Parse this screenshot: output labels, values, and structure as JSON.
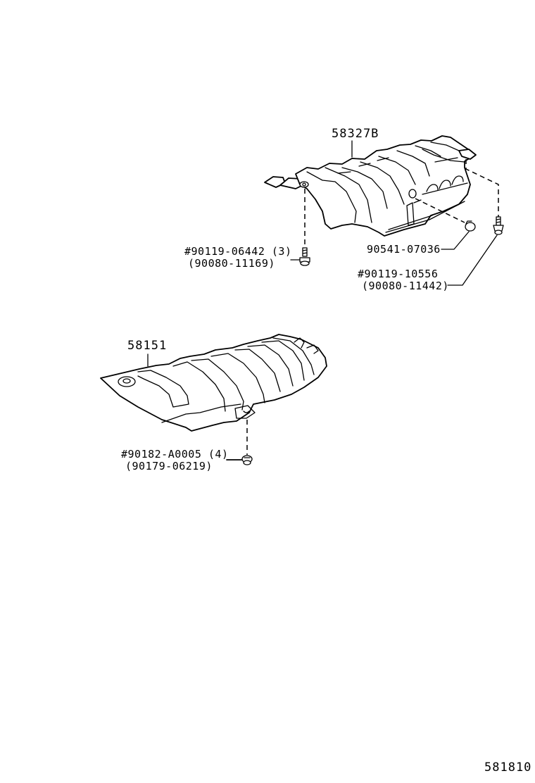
{
  "diagram": {
    "type": "exploded parts diagram",
    "figure_code": "581810",
    "parts": [
      {
        "id": "upper-heat-insulator",
        "part_number": "58327B",
        "description": "upper heat insulator shield"
      },
      {
        "id": "lower-heat-insulator",
        "part_number": "58151",
        "description": "lower heat insulator shield"
      }
    ],
    "fasteners": [
      {
        "id": "bolt-upper-left",
        "mark": "#",
        "part_number": "90119-06442",
        "quantity": "(3)",
        "alt_part_number": "(90080-11169)",
        "line1": "#90119-06442 (3)",
        "line2": "(90080-11169)"
      },
      {
        "id": "clip-upper-middle",
        "part_number": "90541-07036",
        "line1": "90541-07036"
      },
      {
        "id": "bolt-upper-right",
        "mark": "#",
        "part_number": "90119-10556",
        "alt_part_number": "(90080-11442)",
        "line1": "#90119-10556",
        "line2": "(90080-11442)"
      },
      {
        "id": "bolt-lower",
        "mark": "#",
        "part_number": "90182-A0005",
        "quantity": "(4)",
        "alt_part_number": "(90179-06219)",
        "line1": "#90182-A0005 (4)",
        "line2": "(90179-06219)"
      }
    ]
  }
}
